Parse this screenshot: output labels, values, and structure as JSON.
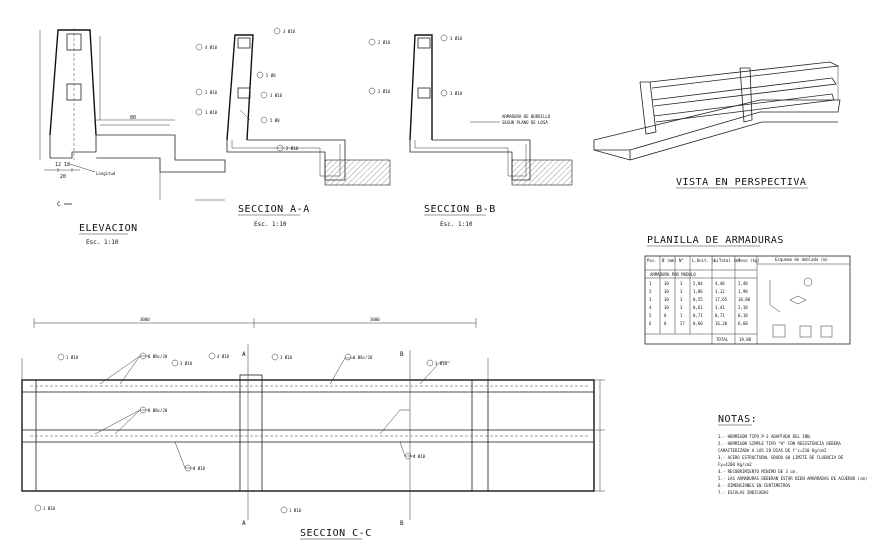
{
  "titles": {
    "elevacion": "ELEVACION",
    "seccion_aa": "SECCION A-A",
    "seccion_bb": "SECCION B-B",
    "vista": "VISTA EN PERSPECTIVA",
    "planilla": "PLANILLA DE ARMADURAS",
    "seccion_cc": "SECCION C-C",
    "notas": "NOTAS:"
  },
  "scales": {
    "elevacion": "Esc. 1:10",
    "seccion_aa": "Esc. 1:10",
    "seccion_bb": "Esc. 1:10"
  },
  "markers": {
    "c": "C",
    "a": "A",
    "b": "B"
  },
  "table": {
    "headers": [
      "Pos.",
      "Ø (mm)",
      "N°",
      "L.Unit. (m)",
      "L.Total (m)",
      "Peso (kg)",
      "Esquema de doblado (m)"
    ],
    "group_label": "ARMADURA POR MODULO",
    "rows": [
      [
        "1",
        "10",
        "3",
        "2,04",
        "4,48",
        "2,48"
      ],
      [
        "2",
        "10",
        "3",
        "1,06",
        "3,12",
        "1,98"
      ],
      [
        "3",
        "10",
        "3",
        "0,55",
        "17,65",
        "10,80"
      ],
      [
        "4",
        "10",
        "3",
        "0,61",
        "3,41",
        "2,18"
      ],
      [
        "5",
        "8",
        "1",
        "0,71",
        "0,71",
        "0,18"
      ],
      [
        "6",
        "8",
        "27",
        "0,60",
        "16,20",
        "6,60"
      ]
    ],
    "total_label": "TOTAL",
    "total_value": "19,88"
  },
  "notes": [
    "1.- HORMIGON TIPO P-3 ADAPTADO DEL INN.",
    "2.- HORMIGON SIMPLE TIPO \"H\" CON RESISTENCIA DEBERA",
    "    CARACTERIZADA A LOS 28 DIAS DE f'c=210 Kg/cm2",
    "3.- ACERO ESTRUCTURAL GRADO 60 LIMITE DE FLUENCIA DE",
    "    Fy=4200 Kg/cm2",
    "4.- RECUBRIMIENTO MINIMO DE 3 cm.",
    "5.- LAS ARMADURAS DEBERAN ESTAR BIEN AMARRADAS DE ACUERDO (cm)",
    "6.- DIMENSIONES EN CENTIMETROS",
    "7.- ESCALAS INDICADAS"
  ],
  "labels": {
    "longitud": "Longitud",
    "rebar_1": "1 Ø10",
    "rebar_2": "2 Ø10",
    "rebar_3": "3 Ø10",
    "rebar_4": "4 Ø10",
    "rebar_5": "5 Ø8",
    "rebar_6": "6 Ø8c/20",
    "armadura_borde": "ARMADURA DE BORDILLO",
    "segun_plano": "SEGUN PLANO DE LOSA",
    "dim_3000": "3000"
  }
}
